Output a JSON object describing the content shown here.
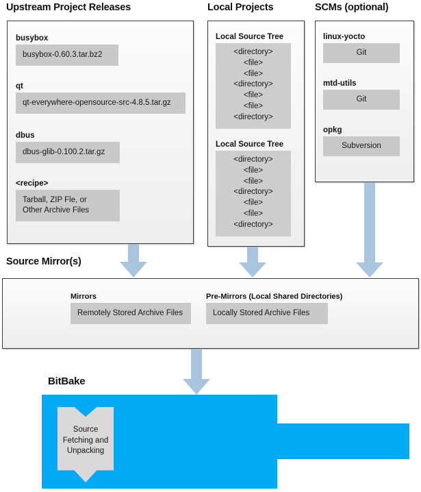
{
  "sections": {
    "upstream": {
      "title": "Upstream Project Releases",
      "entries": [
        {
          "label": "busybox",
          "value": "busybox-0.60.3.tar.bz2"
        },
        {
          "label": "qt",
          "value": "qt-everywhere-opensource-src-4.8.5.tar.gz"
        },
        {
          "label": "dbus",
          "value": "dbus-glib-0.100.2.tar.gz"
        },
        {
          "label": "<recipe>",
          "value": "Tarball, ZIP Fle, or\nOther Archive Files"
        }
      ]
    },
    "local_projects": {
      "title": "Local Projects",
      "trees": [
        {
          "label": "Local Source Tree",
          "lines": "<directory>\n<file>\n<file>\n<directory>\n<file>\n<file>\n<directory>"
        },
        {
          "label": "Local Source Tree",
          "lines": "<directory>\n<file>\n<file>\n<directory>\n<file>\n<file>\n<directory>"
        }
      ]
    },
    "scms": {
      "title": "SCMs (optional)",
      "entries": [
        {
          "label": "linux-yocto",
          "value": "Git"
        },
        {
          "label": "mtd-utils",
          "value": "Git"
        },
        {
          "label": "opkg",
          "value": "Subversion"
        }
      ]
    },
    "source_mirrors": {
      "title": "Source Mirror(s)",
      "entries": [
        {
          "label": "Mirrors",
          "value": "Remotely Stored Archive Files"
        },
        {
          "label": "Pre-Mirrors (Local Shared Directories)",
          "value": "Locally Stored Archive Files"
        }
      ]
    },
    "bitbake": {
      "title": "BitBake",
      "task": "Source\nFetching and\nUnpacking"
    }
  },
  "arrows": [
    {
      "name": "arrow-upstream-to-mirror"
    },
    {
      "name": "arrow-local-to-mirror"
    },
    {
      "name": "arrow-scms-to-mirror"
    },
    {
      "name": "arrow-mirror-to-bitbake"
    }
  ],
  "colors": {
    "arrow_blue": "#a9c5de",
    "bitbake_blue": "#03a9f4",
    "chip_gray": "#c9c9c9",
    "tree_gray": "#cdcdcd",
    "task_gray": "#d9d9d9",
    "panel_border": "#3a3a3a"
  }
}
